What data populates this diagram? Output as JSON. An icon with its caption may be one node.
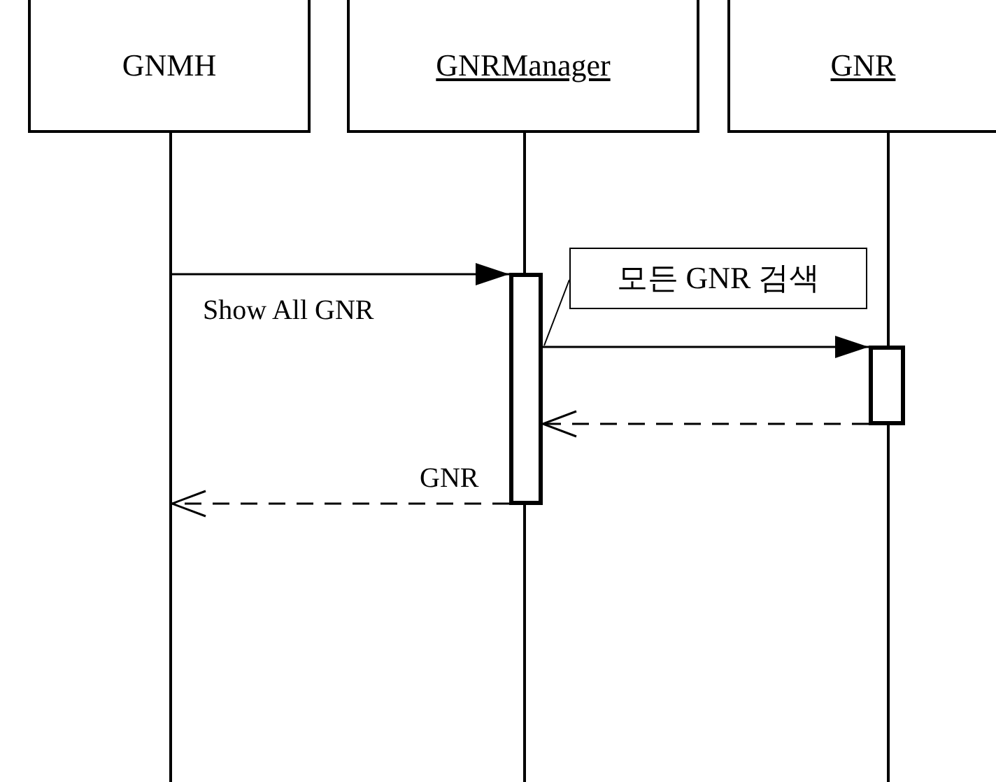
{
  "diagram": {
    "nodes": [
      {
        "text": [
          "GNMH"
        ]
      },
      {
        "text": [
          "GNRManager"
        ]
      },
      {
        "text": [
          "GNR"
        ]
      },
      {
        "text": [],
        "shape": "bar"
      },
      {
        "text": [],
        "shape": "bar"
      },
      {
        "text": [
          "모든 GNR 검색"
        ]
      },
      {
        "text": [],
        "shape": "line"
      },
      {
        "text": [],
        "shape": "line"
      },
      {
        "text": [],
        "shape": "line"
      }
    ],
    "edges": [
      {
        "from": 6,
        "to": 3,
        "arrow": "to",
        "label": "Show All GNR"
      },
      {
        "from": 3,
        "to": 4,
        "arrow": "to"
      },
      {
        "from": 4,
        "to": 3,
        "arrow": "to",
        "style": "dashed"
      },
      {
        "from": 3,
        "to": 6,
        "arrow": "to",
        "style": "dashed",
        "label": "GNR"
      },
      {
        "from": 5,
        "to": 3,
        "arrow": "none"
      }
    ]
  }
}
